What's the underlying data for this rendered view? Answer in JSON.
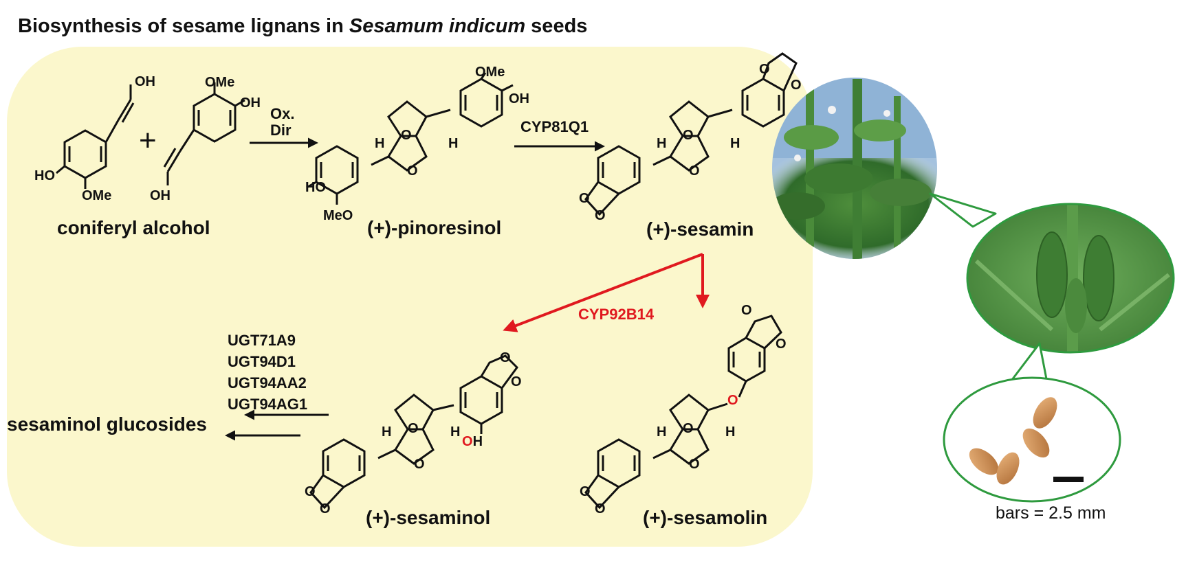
{
  "title": {
    "prefix": "Biosynthesis of sesame lignans in ",
    "species": "Sesamum indicum",
    "suffix": " seeds"
  },
  "compounds": {
    "coniferyl_alcohol": "coniferyl alcohol",
    "pinoresinol": "(+)-pinoresinol",
    "sesamin": "(+)-sesamin",
    "sesaminol": "(+)-sesaminol",
    "sesamolin": "(+)-sesamolin",
    "glucosides": "sesaminol glucosides"
  },
  "enzymes": {
    "oxdir_line1": "Ox.",
    "oxdir_line2": "Dir",
    "cyp81q1": "CYP81Q1",
    "cyp92b14": "CYP92B14",
    "ugts": [
      "UGT71A9",
      "UGT94D1",
      "UGT94AA2",
      "UGT94AG1"
    ]
  },
  "atoms": {
    "oh": "OH",
    "ho": "HO",
    "ome": "OMe",
    "meo": "MeO",
    "o": "O",
    "h": "H",
    "plus": "+"
  },
  "scale_bar": "bars = 2.5 mm",
  "colors": {
    "panel": "#fbf7cc",
    "red": "#e0191f",
    "green": "#2e9a3e",
    "black": "#111111"
  }
}
